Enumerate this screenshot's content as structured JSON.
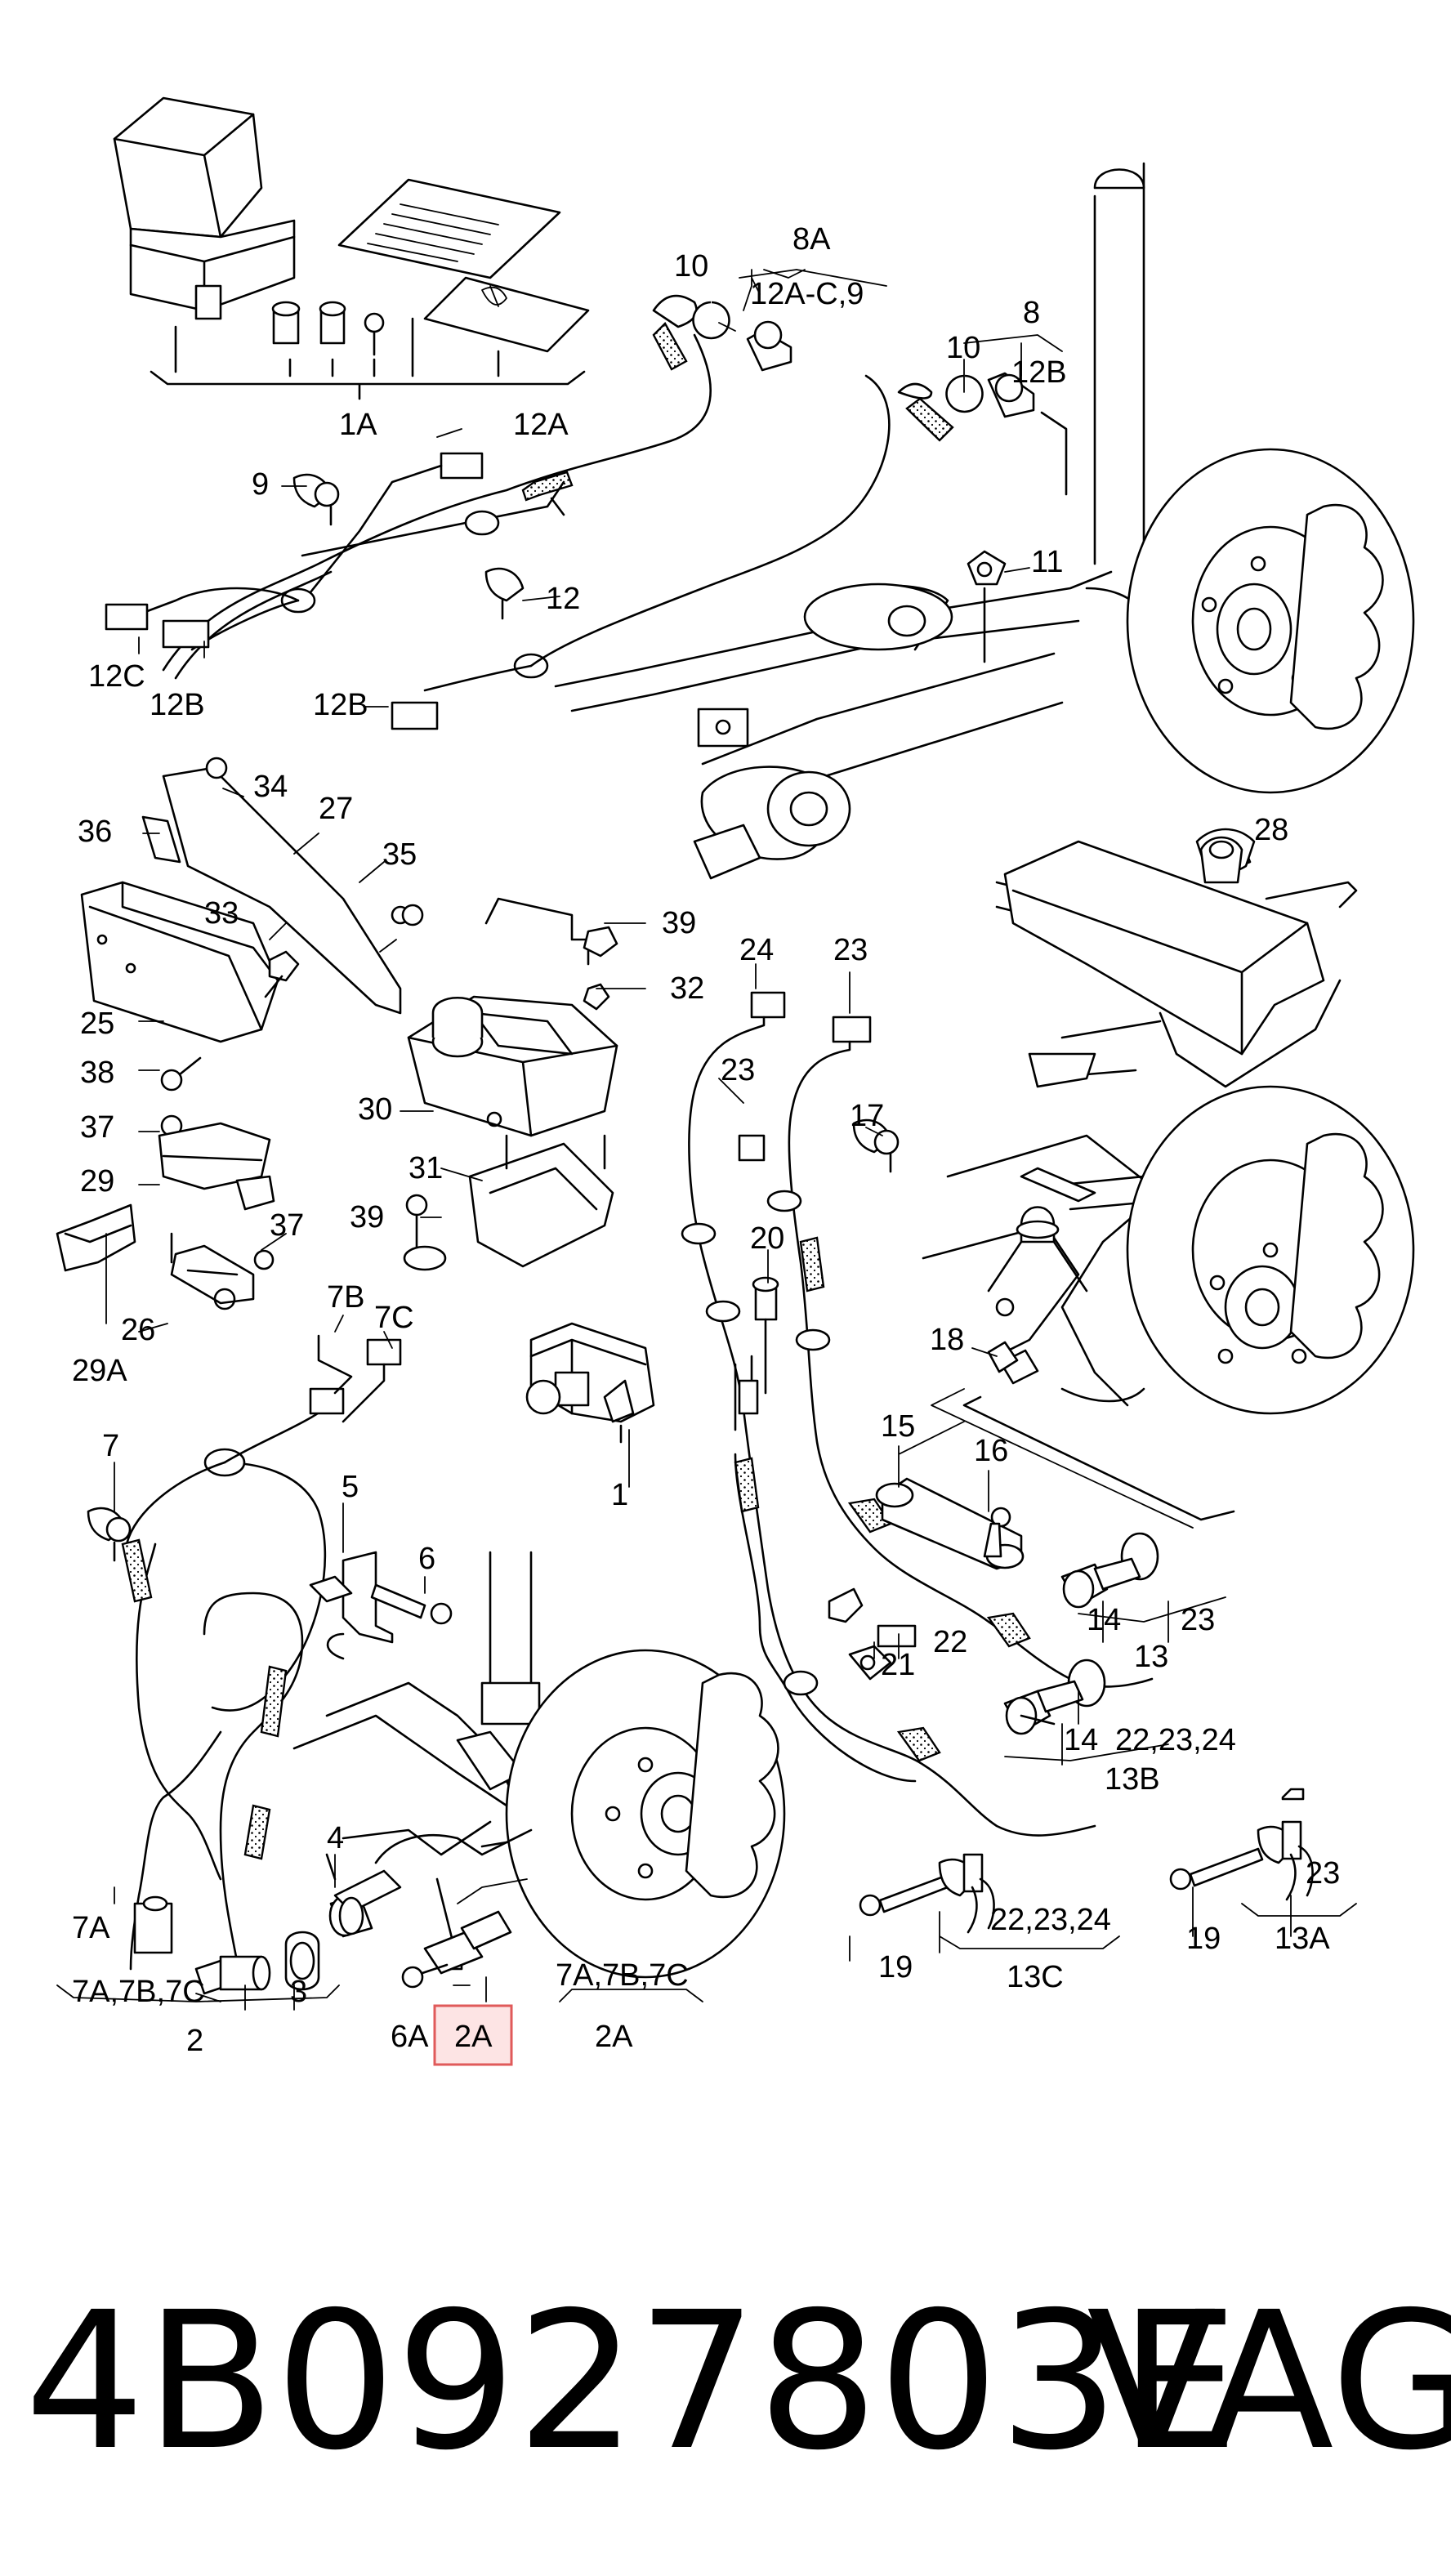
{
  "labels": {
    "l1A": "1A",
    "l8A": "8A",
    "l10a": "10",
    "l12Ac9": "12A-C,9",
    "l8": "8",
    "l10b": "10",
    "l12Ba": "12B",
    "l12A": "12A",
    "l9": "9",
    "l12": "12",
    "l11": "11",
    "l12C": "12C",
    "l12Bb": "12B",
    "l12Bc": "12B",
    "l34": "34",
    "l27": "27",
    "l36": "36",
    "l35": "35",
    "l28": "28",
    "l33": "33",
    "l25": "25",
    "l38": "38",
    "l39a": "39",
    "l32": "32",
    "l24a": "24",
    "l23a": "23",
    "l30": "30",
    "l23b": "23",
    "l37a": "37",
    "l17": "17",
    "l29": "29",
    "l31": "31",
    "l39b": "39",
    "l37b": "37",
    "l20": "20",
    "l7B": "7B",
    "l7C": "7C",
    "l26": "26",
    "l29A": "29A",
    "l18": "18",
    "l1": "1",
    "l15": "15",
    "l7": "7",
    "l16": "16",
    "l5": "5",
    "l6": "6",
    "l14a": "14",
    "l23c": "23",
    "l13": "13",
    "l21": "21",
    "l22a": "22",
    "l14b": "14",
    "l222324a": "22,23,24",
    "l13B": "13B",
    "l4": "4",
    "l23d": "23",
    "l7A": "7A",
    "l7A7B7Ca": "7A,7B,7C",
    "l3": "3",
    "l2": "2",
    "l6A": "6A",
    "l2Ahl": "2A",
    "l7A7B7Cb": "7A,7B,7C",
    "l2Ab": "2A",
    "l19a": "19",
    "l222324b": "22,23,24",
    "l13C": "13C",
    "l19b": "19",
    "l13A": "13A"
  },
  "footer": {
    "part_number": "4B0927803E",
    "brand": "VAG"
  },
  "colors": {
    "line": "#000000",
    "highlight_fill": "#fde4e4",
    "highlight_stroke": "#e05a5a"
  }
}
